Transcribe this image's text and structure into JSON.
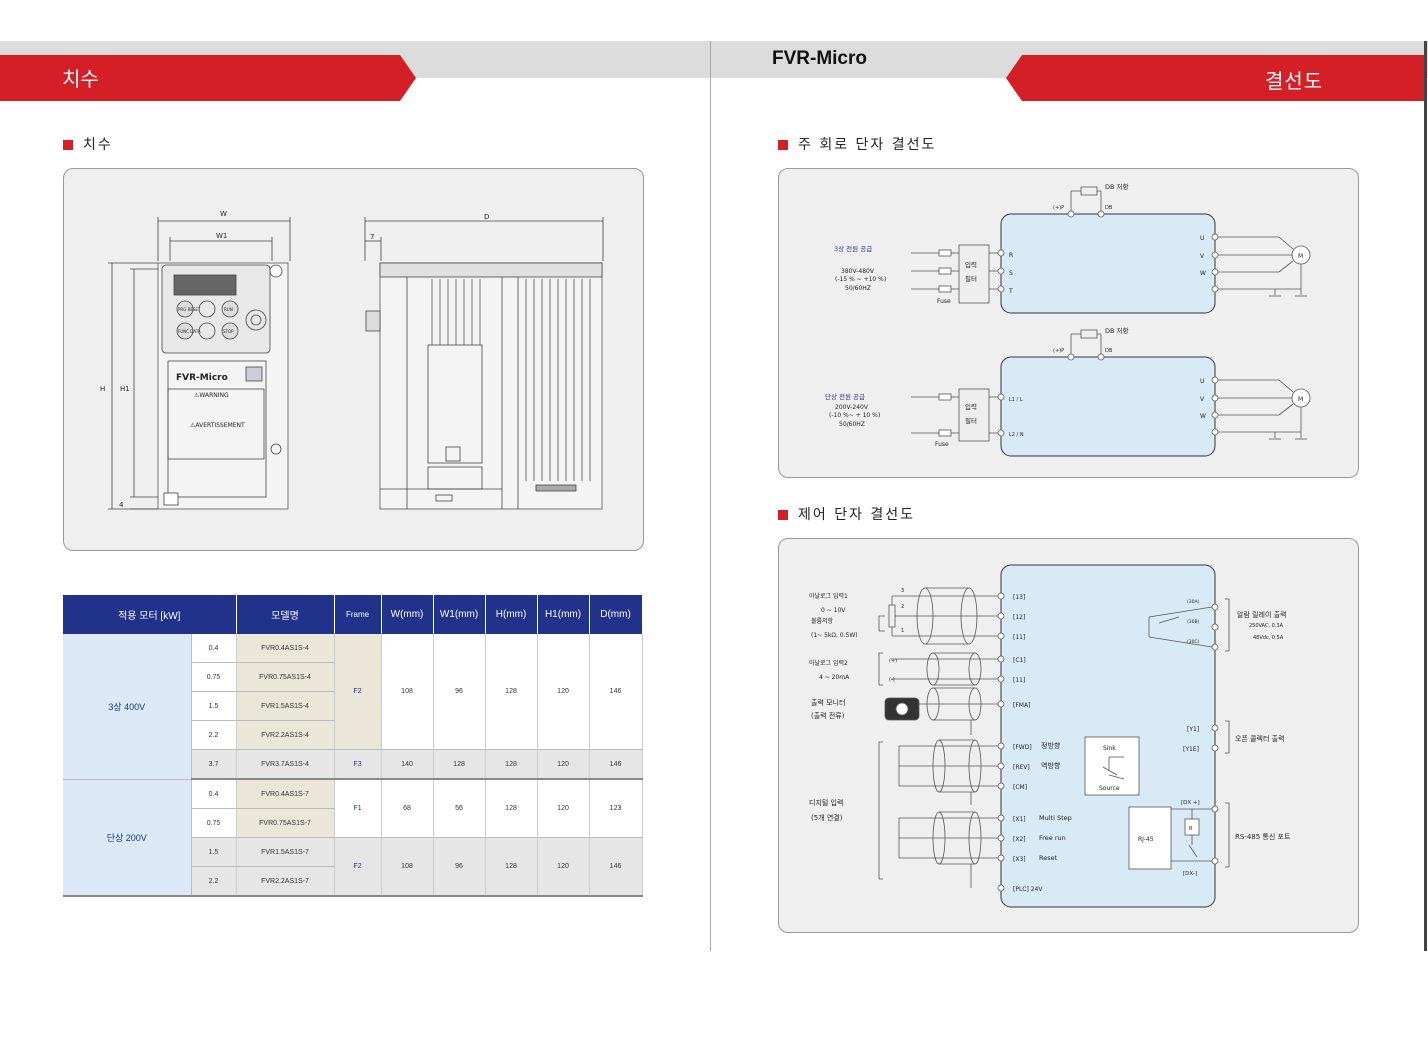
{
  "header": {
    "left_title": "치수",
    "right_title": "결선도",
    "brand": "FVR-Micro"
  },
  "sections": {
    "dimensions": "치수",
    "main_circuit": "주 회로 단자 결선도",
    "control": "제어 단자 결선도"
  },
  "drawing": {
    "w": "W",
    "w1": "W1",
    "d": "D",
    "seven": "7",
    "h": "H",
    "h1": "H1",
    "four": "4",
    "product_label": "FVR-Micro",
    "warning": "⚠WARNING",
    "avert": "⚠AVERTISSEMENT",
    "keys": [
      "PRG RESET",
      "RUN",
      "FUNC DATA",
      "STOP"
    ]
  },
  "table": {
    "headers": [
      "적용 모터 [kW]",
      "모델명",
      "Frame",
      "W(mm)",
      "W1(mm)",
      "H(mm)",
      "H1(mm)",
      "D(mm)"
    ],
    "groups": [
      "3상 400V",
      "단상 200V"
    ],
    "rows": [
      {
        "kw": "0.4",
        "model": "FVR0.4AS1S-4"
      },
      {
        "kw": "0.75",
        "model": "FVR0.75AS1S-4"
      },
      {
        "kw": "1.5",
        "model": "FVR1.5AS1S-4"
      },
      {
        "kw": "2.2",
        "model": "FVR2.2AS1S-4"
      },
      {
        "kw": "3.7",
        "model": "FVR3.7AS1S-4"
      },
      {
        "kw": "0.4",
        "model": "FVR0.4AS1S-7"
      },
      {
        "kw": "0.75",
        "model": "FVR0.75AS1S-7"
      },
      {
        "kw": "1.5",
        "model": "FVR1.5AS1S-7"
      },
      {
        "kw": "2.2",
        "model": "FVR2.2AS1S-7"
      }
    ],
    "blocks": [
      {
        "frame": "F2",
        "w": "108",
        "w1": "96",
        "h": "128",
        "h1": "120",
        "d": "146"
      },
      {
        "frame": "F3",
        "w": "140",
        "w1": "128",
        "h": "128",
        "h1": "120",
        "d": "146"
      },
      {
        "frame": "F1",
        "w": "68",
        "w1": "56",
        "h": "128",
        "h1": "120",
        "d": "123"
      },
      {
        "frame": "F2",
        "w": "108",
        "w1": "96",
        "h": "128",
        "h1": "120",
        "d": "146"
      }
    ]
  },
  "main_circuit": {
    "db_resistor": "DB 저항",
    "p_terminal": "(+)P",
    "db_terminal": "DB",
    "three_phase": {
      "title": "3상 전원 공급",
      "spec1": "380V-480V",
      "spec2": "(-15 % ~ +10 %)",
      "spec3": "50/60HZ",
      "inputs": [
        "R",
        "S",
        "T"
      ]
    },
    "single_phase": {
      "title": "단상 전원 공급",
      "spec1": "200V-240V",
      "spec2": "(-10 %~ + 10 %)",
      "spec3": "50/60HZ",
      "inputs": [
        "L1 / L",
        "L2 / N"
      ]
    },
    "filter": "입력 필터",
    "filter_top": "입력",
    "filter_bottom": "필터",
    "fuse": "Fuse",
    "outputs": [
      "U",
      "V",
      "W"
    ],
    "motor": "M"
  },
  "control": {
    "analog1_title": "아날로그 입력1",
    "analog1_range": "0 ~ 10V",
    "pot_title": "볼륨저항",
    "pot_spec": "(1~ 5kΩ, 0.5W)",
    "pot_pins": [
      "3",
      "2",
      "1"
    ],
    "analog2_title": "아날로그 입력2",
    "analog2_range": "4 ~ 20mA",
    "plus": "(+)",
    "minus": "(-)",
    "monitor_title": "출력 모니터",
    "monitor_sub": "(출력 전류)",
    "digital_title": "디지털 입력",
    "digital_sub": "(5개 연결)",
    "terminals_left": [
      "[13]",
      "[12]",
      "[11]",
      "[C1]",
      "[11]",
      "[FMA]",
      "[FWD]",
      "[REV]",
      "[CM]",
      "[X1]",
      "[X2]",
      "[X3]",
      "[PLC] 24V"
    ],
    "fwd_label": "정방향",
    "rev_label": "역방향",
    "x1_label": "Multi Step",
    "x2_label": "Free run",
    "x3_label": "Reset",
    "sink": "Sink",
    "source": "Source",
    "rj45": "RJ-45",
    "r": "R",
    "relay_terms": [
      "(30A)",
      "(30B)",
      "(30C)"
    ],
    "relay_title": "알람 릴레이 출력",
    "relay_spec1": "250VAC, 0.3A",
    "relay_spec2": "48Vdc, 0.5A",
    "y1": "[Y1]",
    "y1e": "[Y1E]",
    "oc_title": "오픈 콜렉터 출력",
    "dxp": "[DX +]",
    "dxm": "[DX-]",
    "rs485": "RS-485 통신 포트"
  }
}
